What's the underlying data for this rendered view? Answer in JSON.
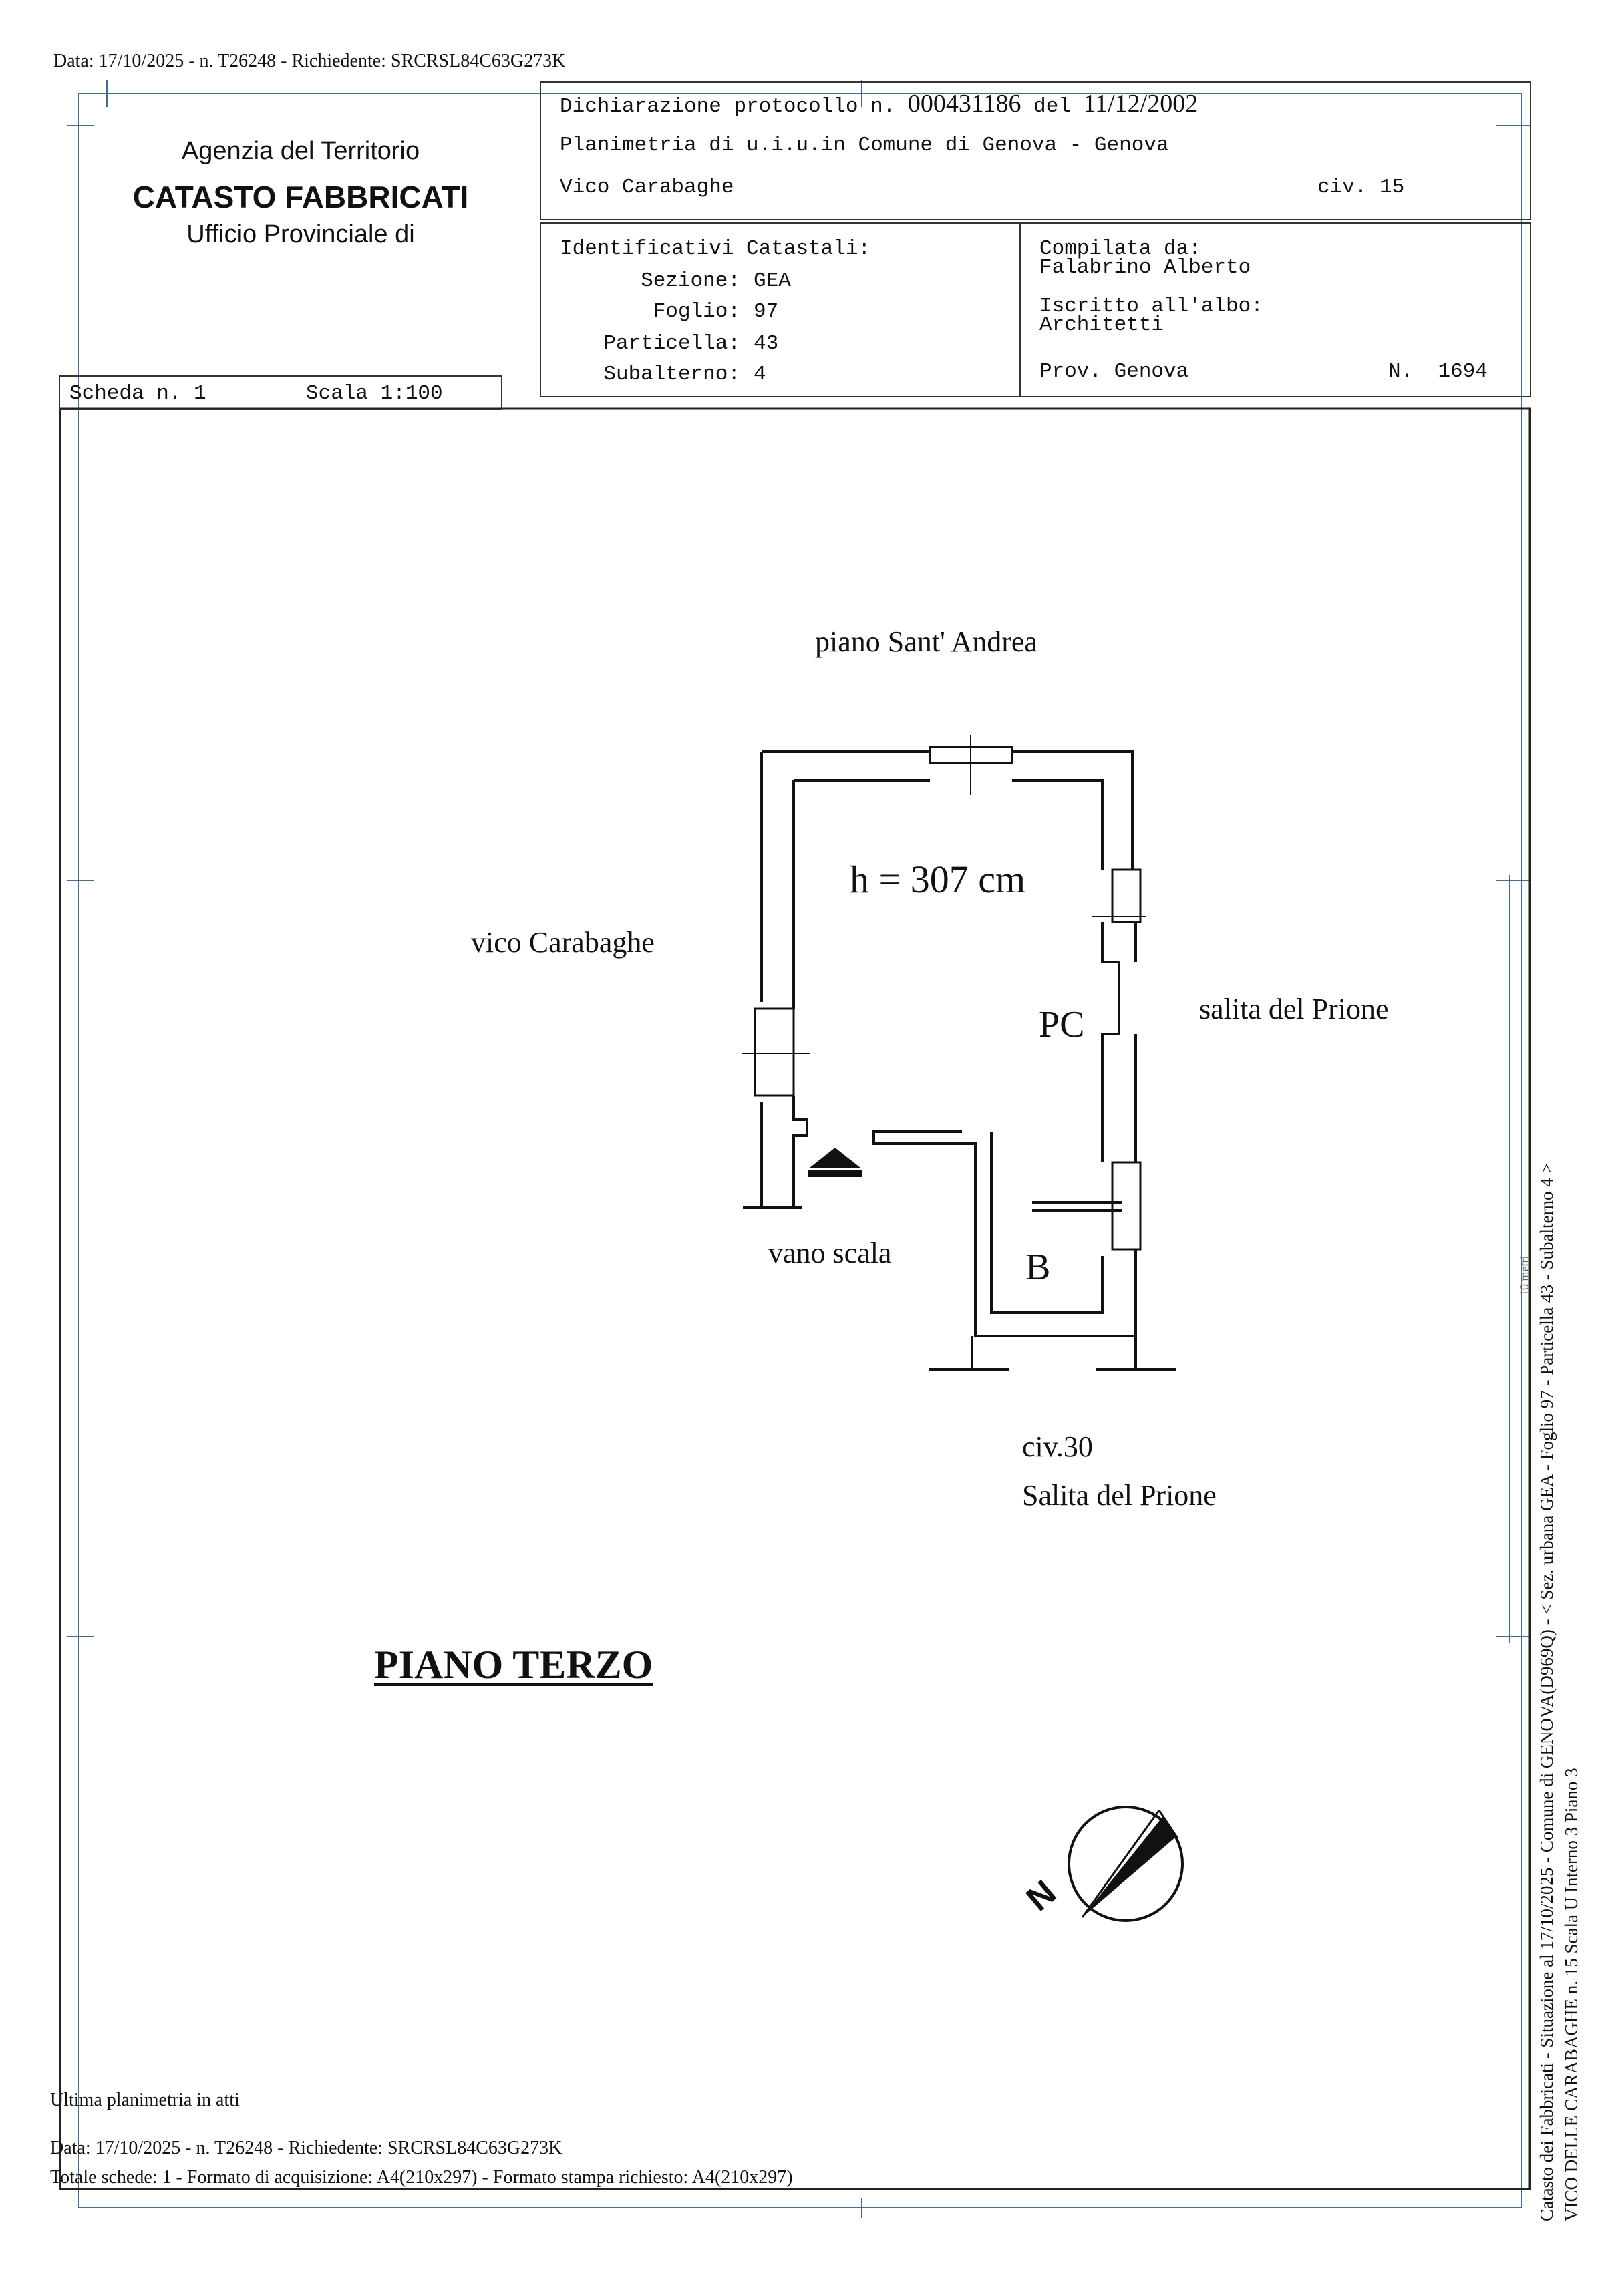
{
  "top_stamp": "Data: 17/10/2025 - n. T26248 - Richiedente: SRCRSL84C63G273K",
  "agency": {
    "line1": "Agenzia del Territorio",
    "line2": "CATASTO FABBRICATI",
    "line3": "Ufficio Provinciale di"
  },
  "header": {
    "dichiarazione_label": "Dichiarazione protocollo n.",
    "protocol_number": "000431186",
    "del_label": "del",
    "protocol_date": "11/12/2002",
    "planimetria": "Planimetria di u.i.u.in Comune di Genova - Genova",
    "street": "Vico Carabaghe",
    "civ": "civ. 15"
  },
  "identificativi": {
    "title": "Identificativi Catastali:",
    "sezione_label": "Sezione:",
    "sezione": "GEA",
    "foglio_label": "Foglio:",
    "foglio": "97",
    "particella_label": "Particella:",
    "particella": "43",
    "subalterno_label": "Subalterno:",
    "subalterno": "4"
  },
  "compilata": {
    "label": "Compilata da:",
    "name": "Falabrino Alberto",
    "iscritto_label": "Iscritto all'albo:",
    "albo": "Architetti",
    "prov": "Prov. Genova",
    "n_label": "N.",
    "n": "1694"
  },
  "scheda": {
    "label": "Scheda n. 1",
    "scala": "Scala 1:100"
  },
  "plan": {
    "north_street": "piano Sant' Andrea",
    "height": "h = 307 cm",
    "west_street": "vico Carabaghe",
    "room_pc": "PC",
    "east_street": "salita del Prione",
    "stair_label": "vano scala",
    "room_b": "B",
    "civ30": "civ.30",
    "south_street": "Salita del Prione",
    "floor_title": "PIANO TERZO",
    "north_letter": "N"
  },
  "side_text": {
    "line1": "Catasto dei Fabbricati - Situazione al 17/10/2025 - Comune di GENOVA(D969Q) - < Sez. urbana GEA - Foglio 97 - Particella 43 - Subalterno 4 >",
    "line2": "VICO DELLE CARABAGHE n. 15 Scala U Interno 3 Piano 3",
    "mark": "10 metri"
  },
  "footer": {
    "ultima": "Ultima planimetria in atti",
    "data": "Data: 17/10/2025 - n. T26248 - Richiedente: SRCRSL84C63G273K",
    "totale": "Totale schede: 1 - Formato di acquisizione: A4(210x297)  - Formato stampa richiesto: A4(210x297)"
  }
}
